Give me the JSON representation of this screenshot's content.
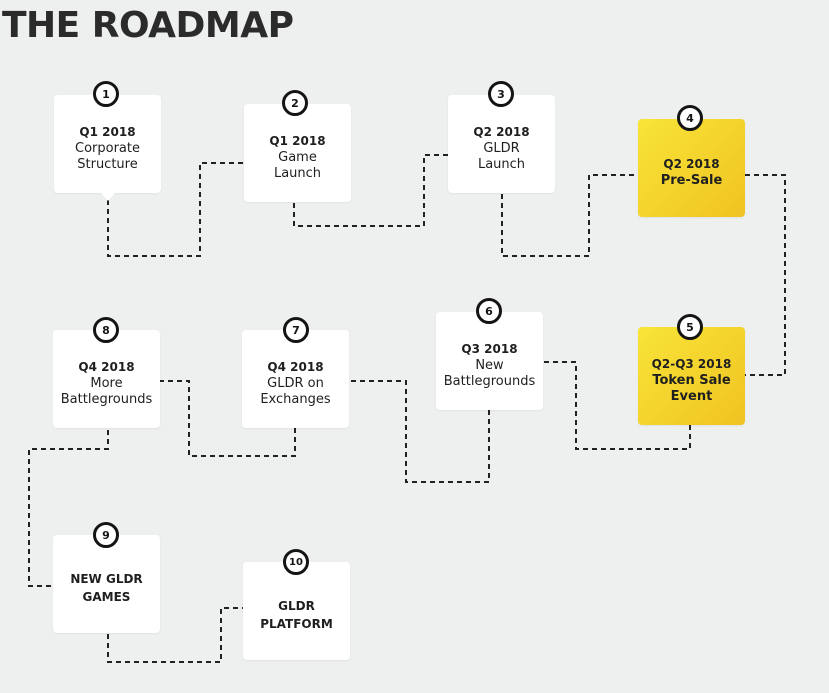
{
  "title": "THE ROADMAP",
  "colors": {
    "background": "#eef0ef",
    "card": "#ffffff",
    "highlight": "#f5d52c",
    "connector": "#222222"
  },
  "milestones": [
    {
      "number": "1",
      "date": "Q1 2018",
      "label": "Corporate\nStructure",
      "highlight": false
    },
    {
      "number": "2",
      "date": "Q1 2018",
      "label": "Game\nLaunch",
      "highlight": false
    },
    {
      "number": "3",
      "date": "Q2 2018",
      "label": "GLDR\nLaunch",
      "highlight": false
    },
    {
      "number": "4",
      "date": "Q2 2018",
      "label": "Pre-Sale",
      "highlight": true
    },
    {
      "number": "5",
      "date": "Q2-Q3 2018",
      "label": "Token Sale\nEvent",
      "highlight": true
    },
    {
      "number": "6",
      "date": "Q3 2018",
      "label": "New\nBattlegrounds",
      "highlight": false
    },
    {
      "number": "7",
      "date": "Q4 2018",
      "label": "GLDR on\nExchanges",
      "highlight": false
    },
    {
      "number": "8",
      "date": "Q4 2018",
      "label": "More\nBattlegrounds",
      "highlight": false
    },
    {
      "number": "9",
      "date": "",
      "label": "NEW GLDR\nGAMES",
      "highlight": false
    },
    {
      "number": "10",
      "date": "",
      "label": "GLDR\nPLATFORM",
      "highlight": false
    }
  ]
}
